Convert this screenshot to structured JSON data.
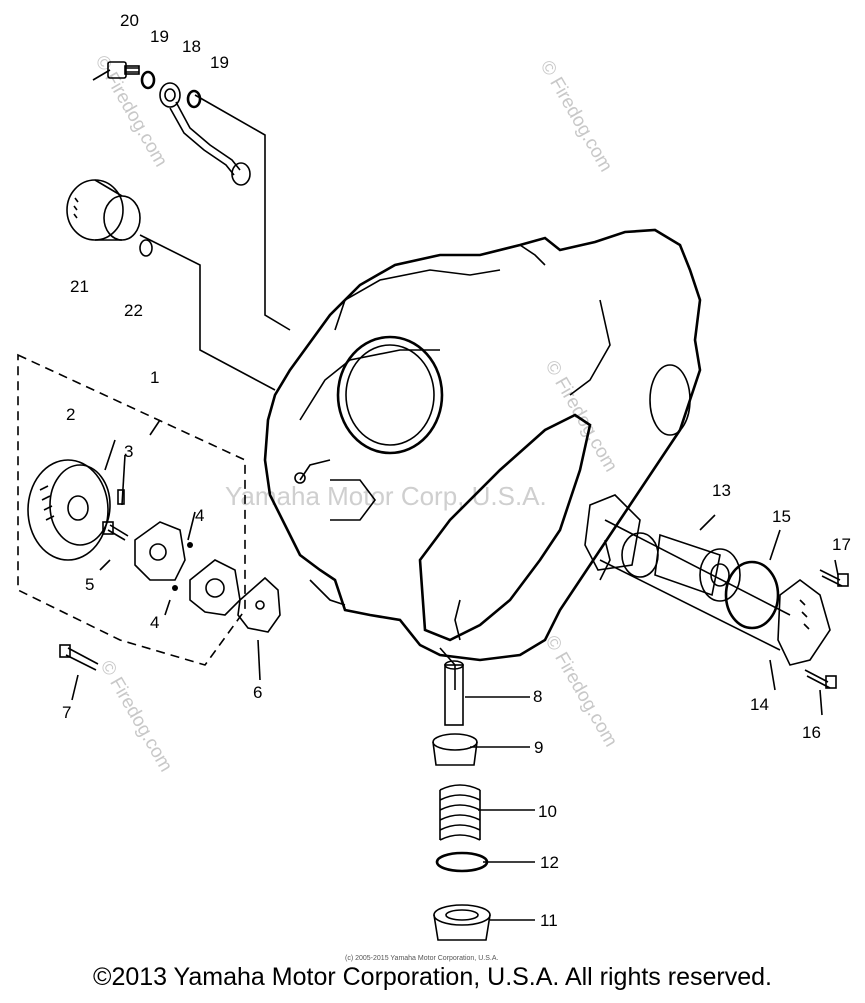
{
  "parts": [
    {
      "id": "20",
      "label": "20"
    },
    {
      "id": "19a",
      "label": "19"
    },
    {
      "id": "18",
      "label": "18"
    },
    {
      "id": "19b",
      "label": "19"
    },
    {
      "id": "21",
      "label": "21"
    },
    {
      "id": "22",
      "label": "22"
    },
    {
      "id": "1",
      "label": "1"
    },
    {
      "id": "2",
      "label": "2"
    },
    {
      "id": "3",
      "label": "3"
    },
    {
      "id": "4a",
      "label": "4"
    },
    {
      "id": "4b",
      "label": "4"
    },
    {
      "id": "5",
      "label": "5"
    },
    {
      "id": "6",
      "label": "6"
    },
    {
      "id": "7",
      "label": "7"
    },
    {
      "id": "8",
      "label": "8"
    },
    {
      "id": "9",
      "label": "9"
    },
    {
      "id": "10",
      "label": "10"
    },
    {
      "id": "12",
      "label": "12"
    },
    {
      "id": "11",
      "label": "11"
    },
    {
      "id": "13",
      "label": "13"
    },
    {
      "id": "15",
      "label": "15"
    },
    {
      "id": "17",
      "label": "17"
    },
    {
      "id": "14",
      "label": "14"
    },
    {
      "id": "16",
      "label": "16"
    }
  ],
  "watermarks": {
    "site": "© Firedog.com",
    "center": "Yamaha Motor Corp, U.S.A."
  },
  "small_print": "(c) 2005-2015 Yamaha Motor Corporation, U.S.A.",
  "copyright": "©2013 Yamaha Motor Corporation, U.S.A. All rights reserved."
}
